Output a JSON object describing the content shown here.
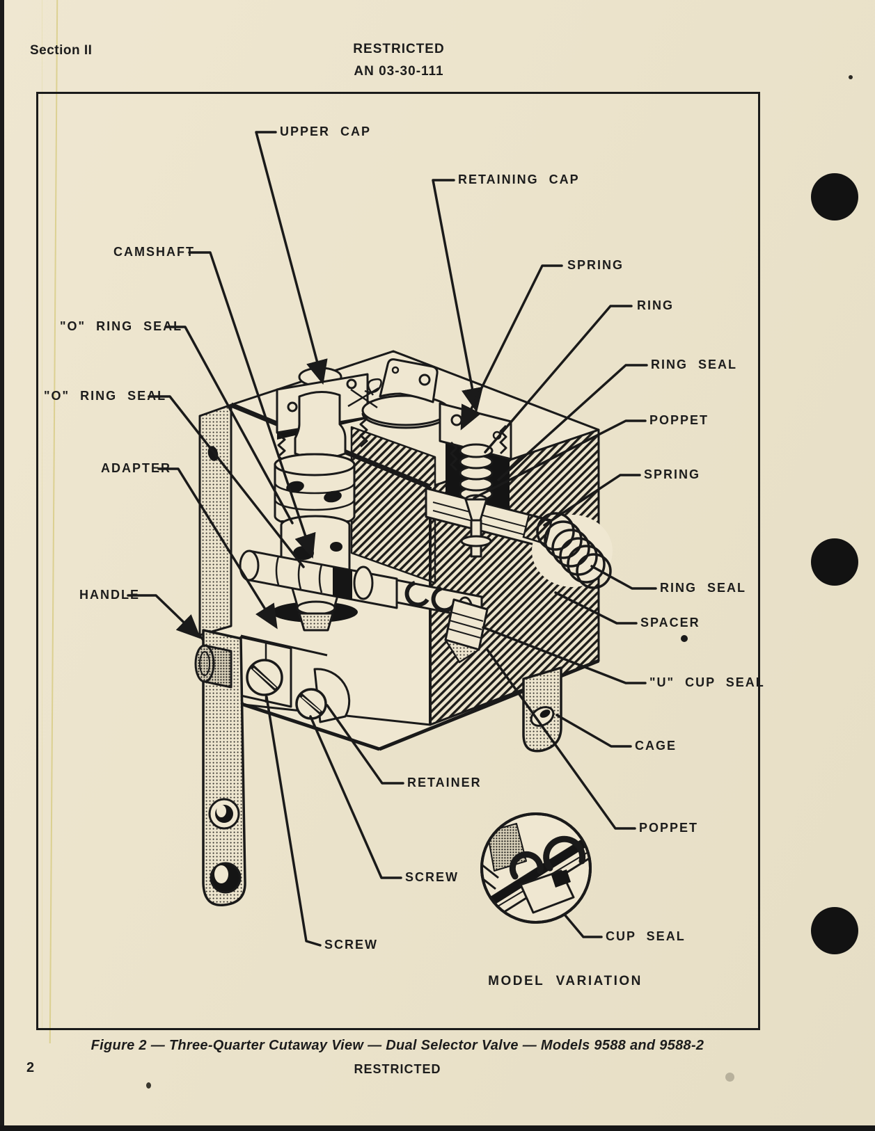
{
  "page": {
    "section_header": "Section II",
    "restricted_top": "RESTRICTED",
    "document_number": "AN 03-30-111",
    "caption": "Figure 2 — Three-Quarter Cutaway View — Dual Selector Valve — Models 9588 and 9588-2",
    "restricted_bottom": "RESTRICTED",
    "page_number": "2"
  },
  "figure": {
    "inset_caption": "MODEL VARIATION",
    "callouts": {
      "upper_cap": {
        "label": "UPPER CAP"
      },
      "retaining_cap": {
        "label": "RETAINING CAP"
      },
      "camshaft": {
        "label": "CAMSHAFT"
      },
      "o_ring_seal_1": {
        "label": "\"O\" RING SEAL"
      },
      "o_ring_seal_2": {
        "label": "\"O\" RING SEAL"
      },
      "adapter": {
        "label": "ADAPTER"
      },
      "handle": {
        "label": "HANDLE"
      },
      "spring_1": {
        "label": "SPRING"
      },
      "ring": {
        "label": "RING"
      },
      "ring_seal_1": {
        "label": "RING SEAL"
      },
      "poppet_1": {
        "label": "POPPET"
      },
      "spring_2": {
        "label": "SPRING"
      },
      "ring_seal_2": {
        "label": "RING SEAL"
      },
      "spacer": {
        "label": "SPACER"
      },
      "u_cup_seal": {
        "label": "\"U\" CUP SEAL"
      },
      "cage": {
        "label": "CAGE"
      },
      "poppet_2": {
        "label": "POPPET"
      },
      "retainer": {
        "label": "RETAINER"
      },
      "screw_1": {
        "label": "SCREW"
      },
      "screw_2": {
        "label": "SCREW"
      },
      "cup_seal": {
        "label": "CUP SEAL"
      }
    }
  },
  "colors": {
    "paper": "#ece4cd",
    "ink": "#1a1a1a"
  }
}
